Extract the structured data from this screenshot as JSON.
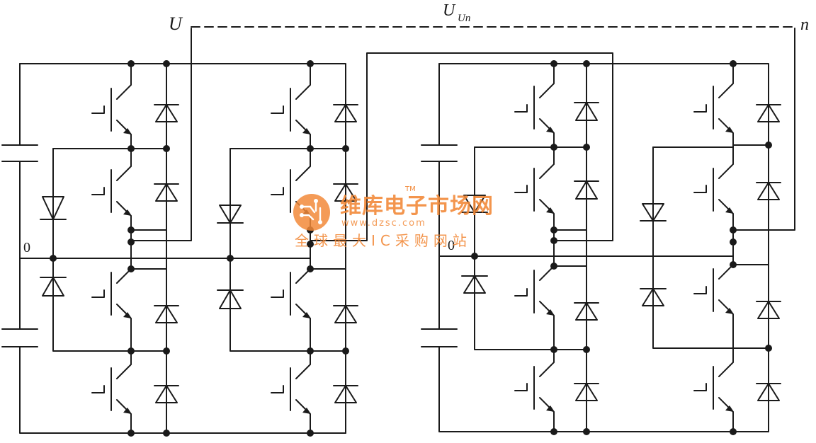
{
  "diagram": {
    "labels": {
      "left_output": "U",
      "voltage": "U",
      "voltage_sub": "Un",
      "neutral": "n",
      "left_midpoint": "0",
      "right_midpoint": "0"
    },
    "bridges": [
      {
        "midpoint": "0"
      },
      {
        "midpoint": "0"
      }
    ]
  },
  "watermark": {
    "brand": "维库电子市场网",
    "tm": "TM",
    "url": "www.dzsc.com",
    "slogan": "全球最大IC采购网站",
    "color": "#f28a3a"
  }
}
